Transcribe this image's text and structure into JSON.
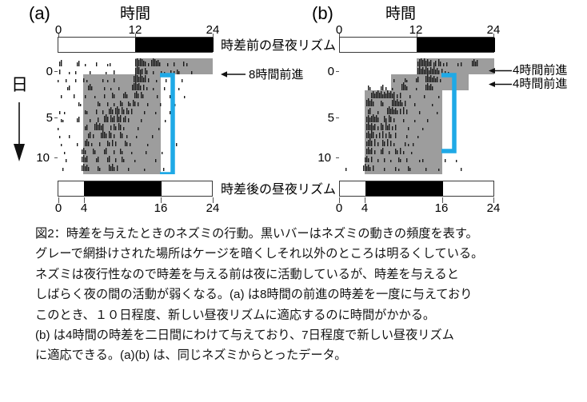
{
  "figure": {
    "panels": [
      {
        "tag": "(a)",
        "axis_title": "時間",
        "top_bar_label": "時差前の昼夜リズム",
        "bottom_bar_label": "時差後の昼夜リズム",
        "top_ticks": [
          "0",
          "12",
          "24"
        ],
        "bottom_ticks": [
          "0",
          "4",
          "16",
          "24"
        ],
        "y_ticks": [
          "0",
          "5",
          "10"
        ],
        "shift_arrows": [
          "8時間前進"
        ],
        "top_bar": {
          "dark_start_hour": 12,
          "dark_end_hour": 24
        },
        "bottom_bar": {
          "dark_start_hour": 4,
          "dark_end_hour": 16
        }
      },
      {
        "tag": "(b)",
        "axis_title": "時間",
        "top_bar_label": "",
        "bottom_bar_label": "",
        "top_ticks": [
          "0",
          "12",
          "24"
        ],
        "bottom_ticks": [
          "0",
          "4",
          "16",
          "24"
        ],
        "y_ticks": [
          "0",
          "5",
          "10"
        ],
        "shift_arrows": [
          "4時間前進",
          "4時間前進"
        ],
        "top_bar": {
          "dark_start_hour": 12,
          "dark_end_hour": 24
        },
        "bottom_bar": {
          "dark_start_hour": 4,
          "dark_end_hour": 16
        }
      }
    ],
    "day_axis_label": "日",
    "colors": {
      "bracket": "#1fa9e6",
      "shading": "#9d9d9d",
      "dark_phase": "#000000",
      "light_phase": "#ffffff"
    }
  },
  "chart_data": {
    "type": "actogram",
    "title": "図2：時差を与えたときのネズミの行動",
    "xlabel": "時間",
    "ylabel": "日",
    "xlim": [
      0,
      24
    ],
    "ylim": [
      0,
      14
    ],
    "grid": false,
    "legend": "none",
    "panels": [
      {
        "name": "(a)",
        "description": "8時間の前進の時差を一度に与えた",
        "shift_events": [
          {
            "day": 0,
            "advance_hours": 8
          }
        ],
        "dark_phase_by_day": [
          {
            "days": [
              0,
              1
            ],
            "dark_start": 12,
            "dark_end": 24
          },
          {
            "days": [
              2,
              3,
              4,
              5,
              6,
              7,
              8,
              9,
              10,
              11,
              12,
              13
            ],
            "dark_start": 4,
            "dark_end": 16
          }
        ],
        "resynchronisation_days": 10,
        "bracket_days": [
          2,
          11
        ],
        "bracket_hour": 17
      },
      {
        "name": "(b)",
        "description": "4時間の時差を二日間にわけて与えた",
        "shift_events": [
          {
            "day": 0,
            "advance_hours": 4
          },
          {
            "day": 2,
            "advance_hours": 4
          }
        ],
        "dark_phase_by_day": [
          {
            "days": [
              0,
              1
            ],
            "dark_start": 12,
            "dark_end": 24
          },
          {
            "days": [
              2,
              3
            ],
            "dark_start": 8,
            "dark_end": 20
          },
          {
            "days": [
              4,
              5,
              6,
              7,
              8,
              9,
              10,
              11,
              12,
              13
            ],
            "dark_start": 4,
            "dark_end": 16
          }
        ],
        "resynchronisation_days": 7,
        "bracket_days": [
          2,
          8
        ],
        "bracket_hour": 17
      }
    ]
  },
  "caption": {
    "lines": [
      "図2：時差を与えたときのネズミの行動。黒いバーはネズミの動きの頻度を表す。",
      "グレーで網掛けされた場所はケージを暗くしそれ以外のところは明るくしている。",
      "ネズミは夜行性なので時差を与える前は夜に活動しているが、時差を与えると",
      "しばらく夜の間の活動が弱くなる。(a) は8時間の前進の時差を一度に与えており",
      "このとき、１０日程度、新しい昼夜リズムに適応するのに時間がかかる。",
      "(b) は4時間の時差を二日間にわけて与えており、7日程度で新しい昼夜リズム",
      "に適応できる。(a)(b) は、同じネズミからとったデータ。"
    ]
  }
}
